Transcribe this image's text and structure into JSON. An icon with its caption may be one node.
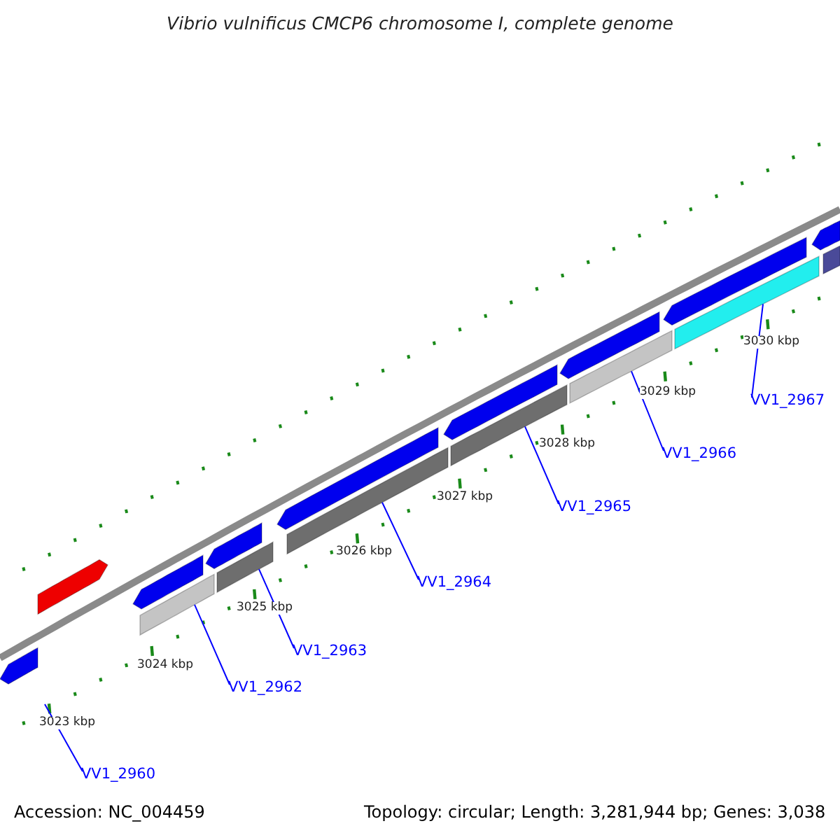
{
  "diagram": {
    "title": "Vibrio vulnificus CMCP6 chromosome I, complete genome",
    "nodes": [
      {
        "text": [
          "VV1_2960"
        ]
      },
      {
        "text": [],
        "shape": "bar"
      },
      {
        "text": [
          "VV1_2962"
        ]
      },
      {
        "text": [],
        "shape": "bar"
      },
      {
        "text": [
          "VV1_2963"
        ]
      },
      {
        "text": [],
        "shape": "bar"
      },
      {
        "text": [
          "VV1_2964"
        ]
      },
      {
        "text": [],
        "shape": "bar"
      },
      {
        "text": [
          "VV1_2965"
        ]
      },
      {
        "text": [],
        "shape": "bar"
      },
      {
        "text": [
          "VV1_2966"
        ]
      },
      {
        "text": [],
        "shape": "bar"
      },
      {
        "text": [
          "VV1_2967"
        ]
      },
      {
        "text": [],
        "shape": "arrow"
      },
      {
        "text": [],
        "shape": "arrow"
      },
      {
        "text": [],
        "shape": "arrow"
      },
      {
        "text": [],
        "shape": "arrow"
      },
      {
        "text": [],
        "shape": "arrow"
      },
      {
        "text": [],
        "shape": "arrow"
      },
      {
        "text": [],
        "shape": "arrow"
      },
      {
        "text": [],
        "shape": "arrow"
      },
      {
        "text": [],
        "shape": "bar"
      },
      {
        "text": [],
        "shape": "arrow"
      }
    ],
    "edges": [
      {
        "from": 0,
        "to": null,
        "arrow": "none"
      },
      {
        "from": 2,
        "to": 1,
        "arrow": "none"
      },
      {
        "from": 4,
        "to": 3,
        "arrow": "none"
      },
      {
        "from": 6,
        "to": 5,
        "arrow": "none"
      },
      {
        "from": 8,
        "to": 7,
        "arrow": "none"
      },
      {
        "from": 10,
        "to": 9,
        "arrow": "none"
      },
      {
        "from": 12,
        "to": 11,
        "arrow": "none"
      }
    ],
    "labels": [
      "3030 kbp",
      "3029 kbp",
      "3028 kbp",
      "3027 kbp",
      "3026 kbp",
      "3025 kbp",
      "3024 kbp",
      "3023 kbp",
      "Accession: NC_004459",
      "Topology: circular; Length: 3,281,944 bp; Genes: 3,038"
    ]
  }
}
